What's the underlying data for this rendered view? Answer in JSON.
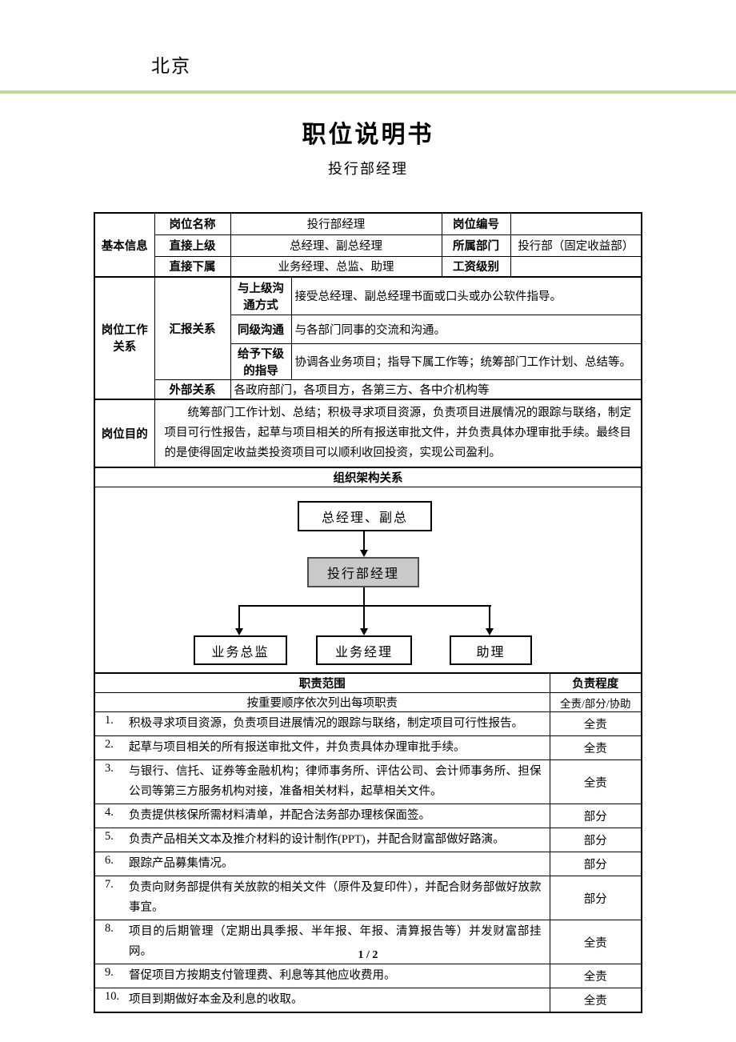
{
  "page": {
    "org_name": "北京",
    "title": "职位说明书",
    "subtitle": "投行部经理",
    "page_number": "1 / 2",
    "accent_color": "#c3d69b"
  },
  "basic_info": {
    "section_label": "基本信息",
    "rows": [
      {
        "label": "岗位名称",
        "value": "投行部经理",
        "label2": "岗位编号",
        "value2": ""
      },
      {
        "label": "直接上级",
        "value": "总经理、副总经理",
        "label2": "所属部门",
        "value2": "投行部（固定收益部）"
      },
      {
        "label": "直接下属",
        "value": "业务经理、总监、助理",
        "label2": "工资级别",
        "value2": ""
      }
    ]
  },
  "work_relations": {
    "section_label": "岗位工作关系",
    "reporting_label": "汇报关系",
    "rows": [
      {
        "label": "与上级沟通方式",
        "value": "接受总经理、副总经理书面或口头或办公软件指导。"
      },
      {
        "label": "同级沟通",
        "value": "与各部门同事的交流和沟通。"
      },
      {
        "label": "给予下级的指导",
        "value": "协调各业务项目；指导下属工作等；统筹部门工作计划、总结等。"
      }
    ],
    "external_label": "外部关系",
    "external_value": "各政府部门，各项目方，各第三方、各中介机构等"
  },
  "purpose": {
    "section_label": "岗位目的",
    "text": "统筹部门工作计划、总结；积极寻求项目资源，负责项目进展情况的跟踪与联络，制定项目可行性报告，起草与项目相关的所有报送审批文件，并负责具体办理审批手续。最终目的是使得固定收益类投资项目可以顺利收回投资，实现公司盈利。"
  },
  "org_chart": {
    "section_label": "组织架构关系",
    "top_box": "总经理、副总",
    "middle_box": "投行部经理",
    "bottom_box_1": "业务总监",
    "bottom_box_2": "业务经理",
    "bottom_box_3": "助理",
    "highlight_color": "#c9c9c9"
  },
  "duties": {
    "header_left": "职责范围",
    "header_right": "负责程度",
    "subheader_left": "按重要顺序依次列出每项职责",
    "subheader_right": "全责/部分/协助",
    "rows": [
      {
        "num": "1.",
        "text": "积极寻求项目资源，负责项目进展情况的跟踪与联络，制定项目可行性报告。",
        "level": "全责"
      },
      {
        "num": "2.",
        "text": "起草与项目相关的所有报送审批文件，并负责具体办理审批手续。",
        "level": "全责"
      },
      {
        "num": "3.",
        "text": "与银行、信托、证券等金融机构；律师事务所、评估公司、会计师事务所、担保公司等第三方服务机构对接，准备相关材料，起草相关文件。",
        "level": "全责"
      },
      {
        "num": "4.",
        "text": "负责提供核保所需材料清单，并配合法务部办理核保面签。",
        "level": "部分"
      },
      {
        "num": "5.",
        "text": "负责产品相关文本及推介材料的设计制作(PPT)，并配合财富部做好路演。",
        "level": "部分"
      },
      {
        "num": "6.",
        "text": "跟踪产品募集情况。",
        "level": "部分"
      },
      {
        "num": "7.",
        "text": "负责向财务部提供有关放款的相关文件（原件及复印件），并配合财务部做好放款事宜。",
        "level": "部分"
      },
      {
        "num": "8.",
        "text": "项目的后期管理（定期出具季报、半年报、年报、清算报告等）并发财富部挂网。",
        "level": "全责"
      },
      {
        "num": "9.",
        "text": "督促项目方按期支付管理费、利息等其他应收费用。",
        "level": "全责"
      },
      {
        "num": "10.",
        "text": "项目到期做好本金及利息的收取。",
        "level": "全责"
      }
    ]
  }
}
